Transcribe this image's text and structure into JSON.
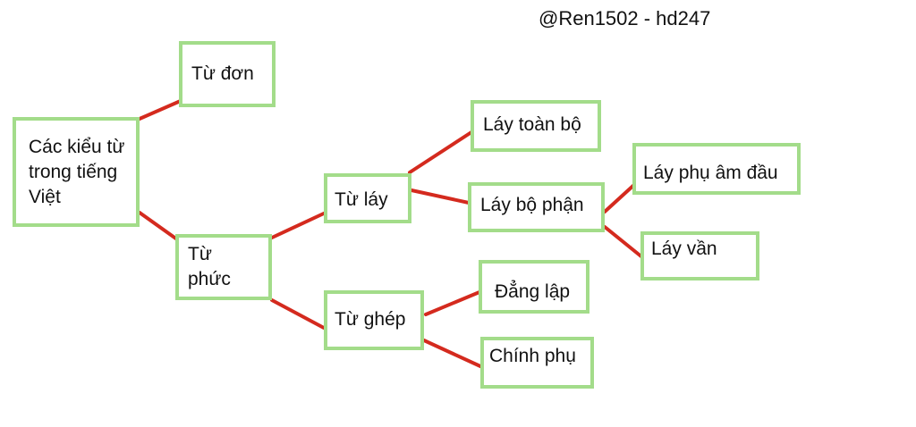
{
  "watermark": "@Ren1502 - hd247",
  "colors": {
    "box_border": "#a3dc8a",
    "connector": "#d42a1e"
  },
  "nodes": {
    "root": "Các kiểu từ trong tiếng Việt",
    "tu_don": "Từ đơn",
    "tu_phuc": "Từ phức",
    "tu_lay": "Từ láy",
    "tu_ghep": "Từ ghép",
    "lay_toan_bo": "Láy toàn bộ",
    "lay_bo_phan": "Láy bộ phận",
    "lay_phu_am_dau": "Láy phụ âm đầu",
    "lay_van": "Láy vần",
    "dang_lap": "Đẳng lập",
    "chinh_phu": "Chính phụ"
  },
  "edges": [
    [
      "root",
      "tu_don"
    ],
    [
      "root",
      "tu_phuc"
    ],
    [
      "tu_phuc",
      "tu_lay"
    ],
    [
      "tu_phuc",
      "tu_ghep"
    ],
    [
      "tu_lay",
      "lay_toan_bo"
    ],
    [
      "tu_lay",
      "lay_bo_phan"
    ],
    [
      "lay_bo_phan",
      "lay_phu_am_dau"
    ],
    [
      "lay_bo_phan",
      "lay_van"
    ],
    [
      "tu_ghep",
      "dang_lap"
    ],
    [
      "tu_ghep",
      "chinh_phu"
    ]
  ]
}
